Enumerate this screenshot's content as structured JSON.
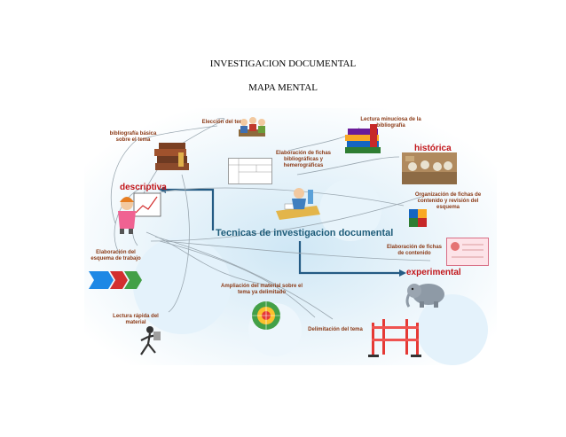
{
  "header": {
    "title": "INVESTIGACION DOCUMENTAL",
    "subtitle": "MAPA MENTAL"
  },
  "map": {
    "central": "Tecnicas de investigacion documental",
    "categories": {
      "descriptiva": "descriptiva",
      "historica": "histórica",
      "experimental": "experimental"
    },
    "nodes": {
      "eleccion": "Elección del tema",
      "bibliografia": "bibliografía básica sobre el tema",
      "fichas_biblio": "Elaboración de fichas bibliográficas y hemerográficas",
      "lectura_minuciosa": "Lectura minuciosa de la bibliografía",
      "organizacion": "Organización de fichas de contenido y revisión del esquema",
      "fichas_contenido": "Elaboración de fichas de contenido",
      "esquema": "Elaboración del esquema de trabajo",
      "ampliacion": "Ampliación del material sobre el tema ya delimitado",
      "lectura_rapida": "Lectura rápida del material",
      "delimitacion": "Delimitación del tema"
    }
  },
  "colors": {
    "accent_red": "#c2161a",
    "label_brown": "#8b3a16",
    "central_blue": "#1f5d7a",
    "background_blue": "#d6ecf7"
  }
}
